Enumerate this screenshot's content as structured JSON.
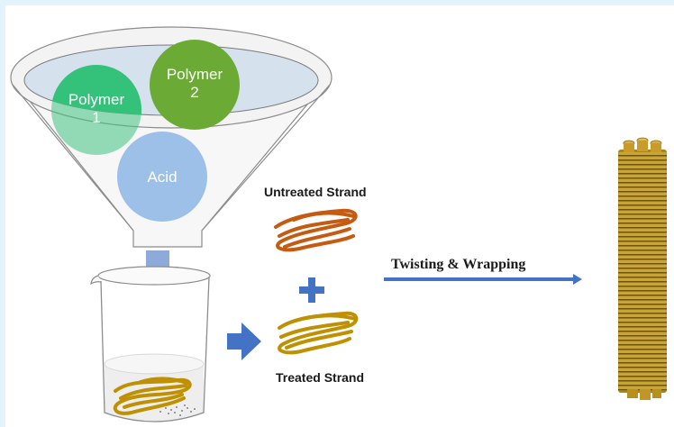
{
  "funnel": {
    "polymer1_line1": "Polymer",
    "polymer1_line2": "1",
    "polymer2_line1": "Polymer",
    "polymer2_line2": "2",
    "acid": "Acid"
  },
  "strands": {
    "untreated_label": "Untreated Strand",
    "treated_label": "Treated Strand"
  },
  "process": {
    "label": "Twisting & Wrapping"
  },
  "colors": {
    "polymer1": "#34c27a",
    "polymer2": "#6aaa35",
    "acid": "#8fb5e2",
    "untreated_strand": "#c55a11",
    "treated_strand": "#bf9000",
    "arrow": "#4472c4",
    "yarn": "#a8861c"
  }
}
